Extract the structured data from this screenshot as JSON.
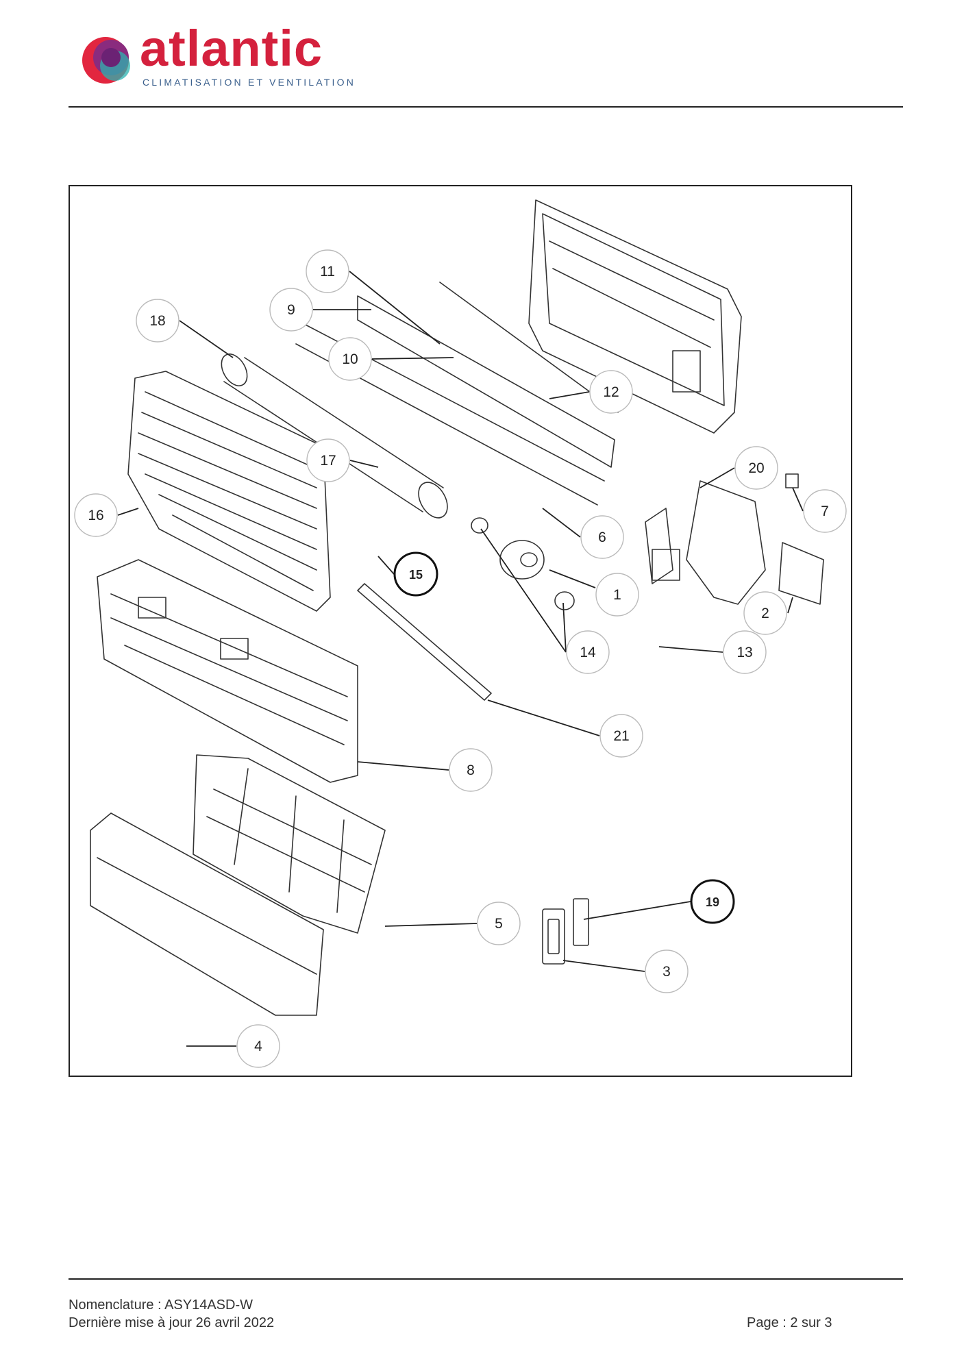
{
  "brand": {
    "name": "atlantic",
    "tagline": "CLIMATISATION ET VENTILATION",
    "colors": {
      "word": "#d4213d",
      "tagline": "#3a5f8c",
      "mark_outer": "#e2263f",
      "mark_mid": "#8a2b7e",
      "mark_inner": "#2bb3b0"
    }
  },
  "diagram": {
    "callouts": [
      "1",
      "2",
      "3",
      "4",
      "5",
      "6",
      "7",
      "8",
      "9",
      "10",
      "11",
      "12",
      "13",
      "14",
      "15",
      "16",
      "17",
      "18",
      "19",
      "20",
      "21"
    ]
  },
  "footer": {
    "line1": "Nomenclature : ASY14ASD-W",
    "line2": "Dernière mise à jour 26 avril 2022",
    "page": "Page : 2 sur 3"
  }
}
